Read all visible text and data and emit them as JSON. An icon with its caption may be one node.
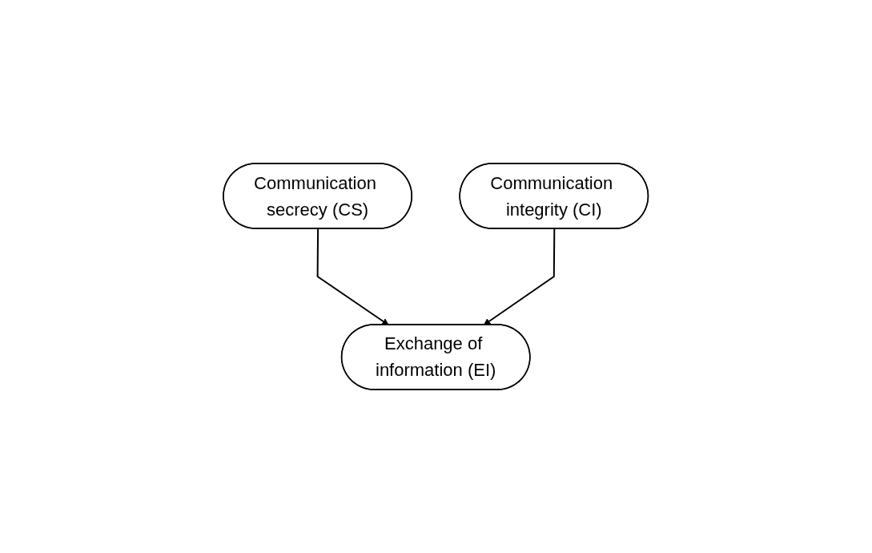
{
  "diagram": {
    "nodes": [
      {
        "text": [
          "Communication secrecy (CS)"
        ]
      },
      {
        "text": [
          "Communication integrity (CI)"
        ]
      },
      {
        "text": [
          "Exchange of information (EI)"
        ]
      }
    ],
    "edges": [
      {
        "from": 0,
        "to": 2,
        "arrow": "to"
      },
      {
        "from": 1,
        "to": 2,
        "arrow": "to"
      }
    ]
  }
}
